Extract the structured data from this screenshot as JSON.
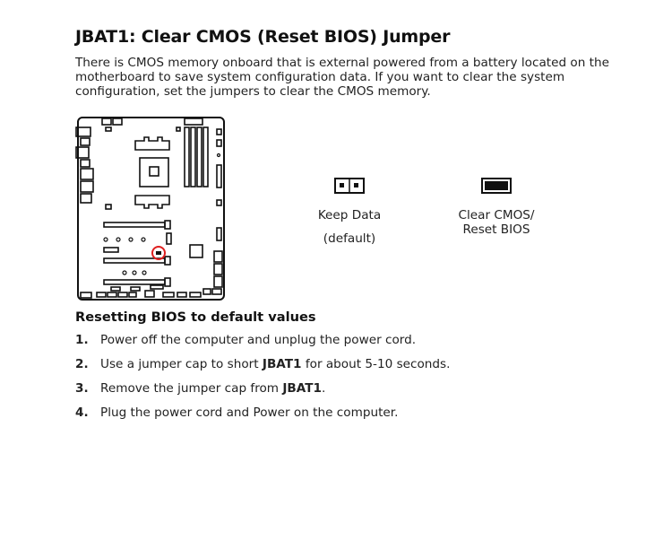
{
  "title": "JBAT1: Clear CMOS (Reset BIOS) Jumper",
  "intro": "There is CMOS memory onboard that is external powered from a battery located on the motherboard to save system configuration data. If you want to clear the system configuration, set the jumpers to clear the CMOS memory.",
  "jumpers": {
    "keep": {
      "label": "Keep Data",
      "sub": "(default)"
    },
    "clear": {
      "line1": "Clear CMOS/",
      "line2": "Reset BIOS"
    }
  },
  "subtitle": "Resetting BIOS to default values",
  "steps": [
    {
      "num": "1.",
      "pre": "Power off the computer and unplug the power cord.",
      "bold": "",
      "post": ""
    },
    {
      "num": "2.",
      "pre": "Use a jumper cap to short ",
      "bold": "JBAT1",
      "post": " for about 5-10 seconds."
    },
    {
      "num": "3.",
      "pre": "Remove the jumper cap from ",
      "bold": "JBAT1",
      "post": "."
    },
    {
      "num": "4.",
      "pre": "Plug the power cord and Power on the computer.",
      "bold": "",
      "post": ""
    }
  ],
  "colors": {
    "text": "#222222",
    "highlight": "#e02020"
  },
  "icons": [
    "motherboard-diagram-icon",
    "jumper-open-icon",
    "jumper-closed-icon"
  ]
}
